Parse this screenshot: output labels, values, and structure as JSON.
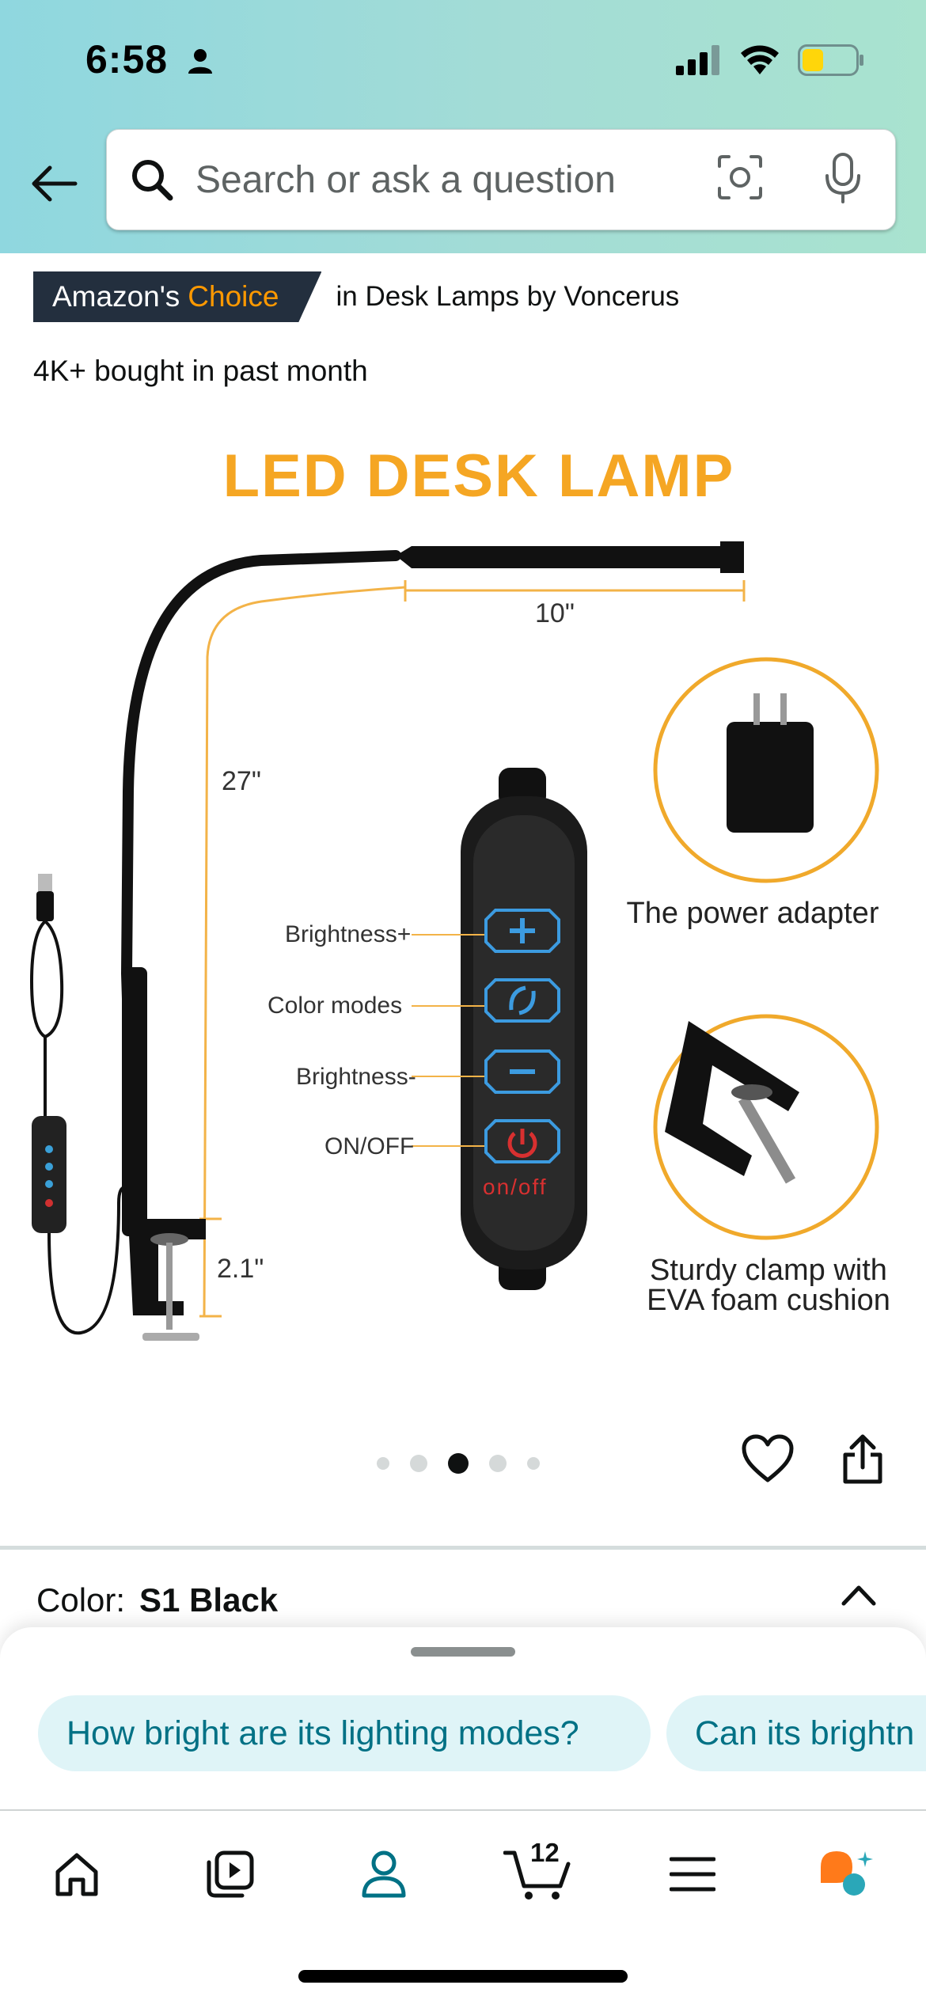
{
  "status_bar": {
    "time": "6:58",
    "person_icon": "person-icon",
    "signal_icon": "cellular-signal-icon",
    "wifi_icon": "wifi-icon",
    "battery_icon": "battery-low-icon",
    "battery_level": 0.35
  },
  "header": {
    "back_icon": "arrow-left-icon",
    "search": {
      "placeholder": "Search or ask a question",
      "search_icon": "magnifier-icon",
      "camera_icon": "camera-lens-icon",
      "mic_icon": "microphone-icon"
    },
    "gradient": [
      "#8fd7df",
      "#a9e3cf"
    ]
  },
  "product": {
    "badge": {
      "prefix": "Amazon's",
      "choice": "Choice",
      "suffix": "in Desk Lamps by Voncerus"
    },
    "bought": "4K+ bought in past month",
    "image": {
      "title": "LED DESK LAMP",
      "dim_arm": "10\"",
      "dim_height": "27\"",
      "dim_clamp": "2.1\"",
      "btn_brightness_plus": "Brightness+",
      "btn_color_modes": "Color modes",
      "btn_brightness_minus": "Brightness-",
      "btn_on_off": "ON/OFF",
      "controller_onoff": "on/off",
      "caption_adapter": "The power adapter",
      "caption_clamp_line1": "Sturdy clamp with",
      "caption_clamp_line2": "EVA foam cushion"
    },
    "carousel": {
      "count": 5,
      "active_index": 2
    },
    "heart_icon": "heart-outline-icon",
    "share_icon": "share-icon",
    "color_label": "Color:",
    "color_value": "S1 Black",
    "caret_icon": "chevron-up-icon"
  },
  "sheet": {
    "chips": [
      "How bright are its lighting modes?",
      "Can its brightn"
    ]
  },
  "tabbar": {
    "items": [
      {
        "name": "home",
        "icon": "home-icon"
      },
      {
        "name": "video",
        "icon": "video-play-icon"
      },
      {
        "name": "account",
        "icon": "person-outline-icon"
      },
      {
        "name": "cart",
        "icon": "cart-icon",
        "count": "12"
      },
      {
        "name": "menu",
        "icon": "hamburger-menu-icon"
      },
      {
        "name": "rufus",
        "icon": "rufus-chat-icon"
      }
    ]
  },
  "colors": {
    "brand_orange": "#ff9900",
    "badge_dark": "#232f3e",
    "link_teal": "#007185",
    "chip_bg": "#dff4f7",
    "title_orange": "#f5a623"
  }
}
